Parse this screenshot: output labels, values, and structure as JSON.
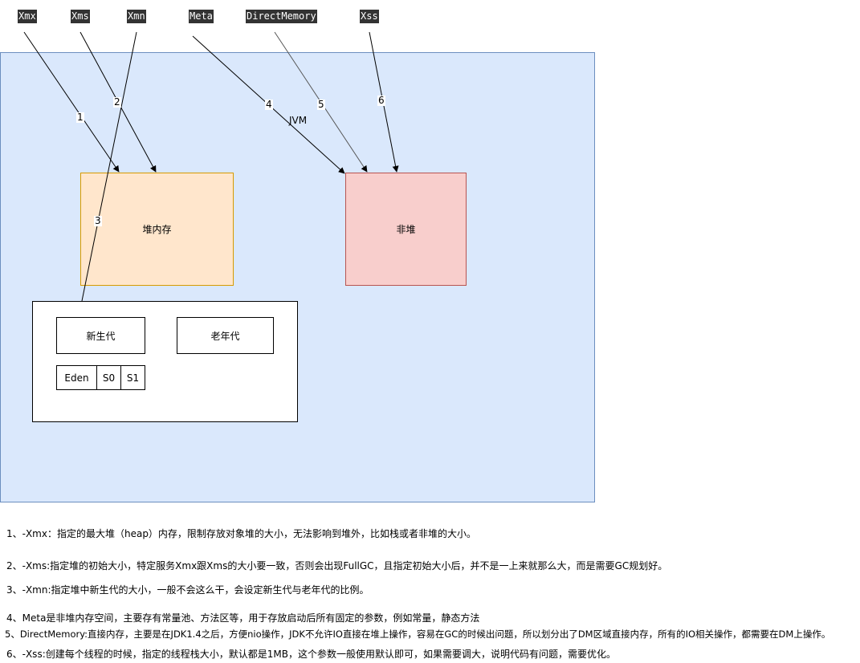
{
  "params": {
    "xmx": "Xmx",
    "xms": "Xms",
    "xmn": "Xmn",
    "meta": "Meta",
    "direct_memory": "DirectMemory",
    "xss": "Xss"
  },
  "diagram": {
    "jvm_label": "JVM",
    "heap_label": "堆内存",
    "nonheap_label": "非堆",
    "young_label": "新生代",
    "old_label": "老年代",
    "eden_label": "Eden",
    "s0_label": "S0",
    "s1_label": "S1"
  },
  "arrow_labels": [
    "1",
    "2",
    "3",
    "4",
    "5",
    "6"
  ],
  "colors": {
    "jvm_fill": "#dae8fc",
    "heap_fill": "#ffe6cc",
    "nonheap_fill": "#f8cecc",
    "param_bg": "#333333"
  },
  "notes": [
    "1、-Xmx：指定的最大堆（heap）内存，限制存放对象堆的大小，无法影响到堆外，比如栈或者非堆的大小。",
    "2、-Xms:指定堆的初始大小，特定服务Xmx跟Xms的大小要一致，否则会出现FullGC，且指定初始大小后，并不是一上来就那么大，而是需要GC规划好。",
    "3、-Xmn:指定堆中新生代的大小，一般不会这么干，会设定新生代与老年代的比例。",
    "4、Meta是非堆内存空间，主要存有常量池、方法区等，用于存放启动后所有固定的参数，例如常量，静态方法",
    "5、DirectMemory:直接内存，主要是在JDK1.4之后，方便nio操作，JDK不允许IO直接在堆上操作，容易在GC的时候出问题，所以划分出了DM区域直接内存，所有的IO相关操作，都需要在DM上操作。",
    "6、-Xss:创建每个线程的时候，指定的线程栈大小，默认都是1MB，这个参数一般使用默认即可，如果需要调大，说明代码有问题，需要优化。"
  ]
}
